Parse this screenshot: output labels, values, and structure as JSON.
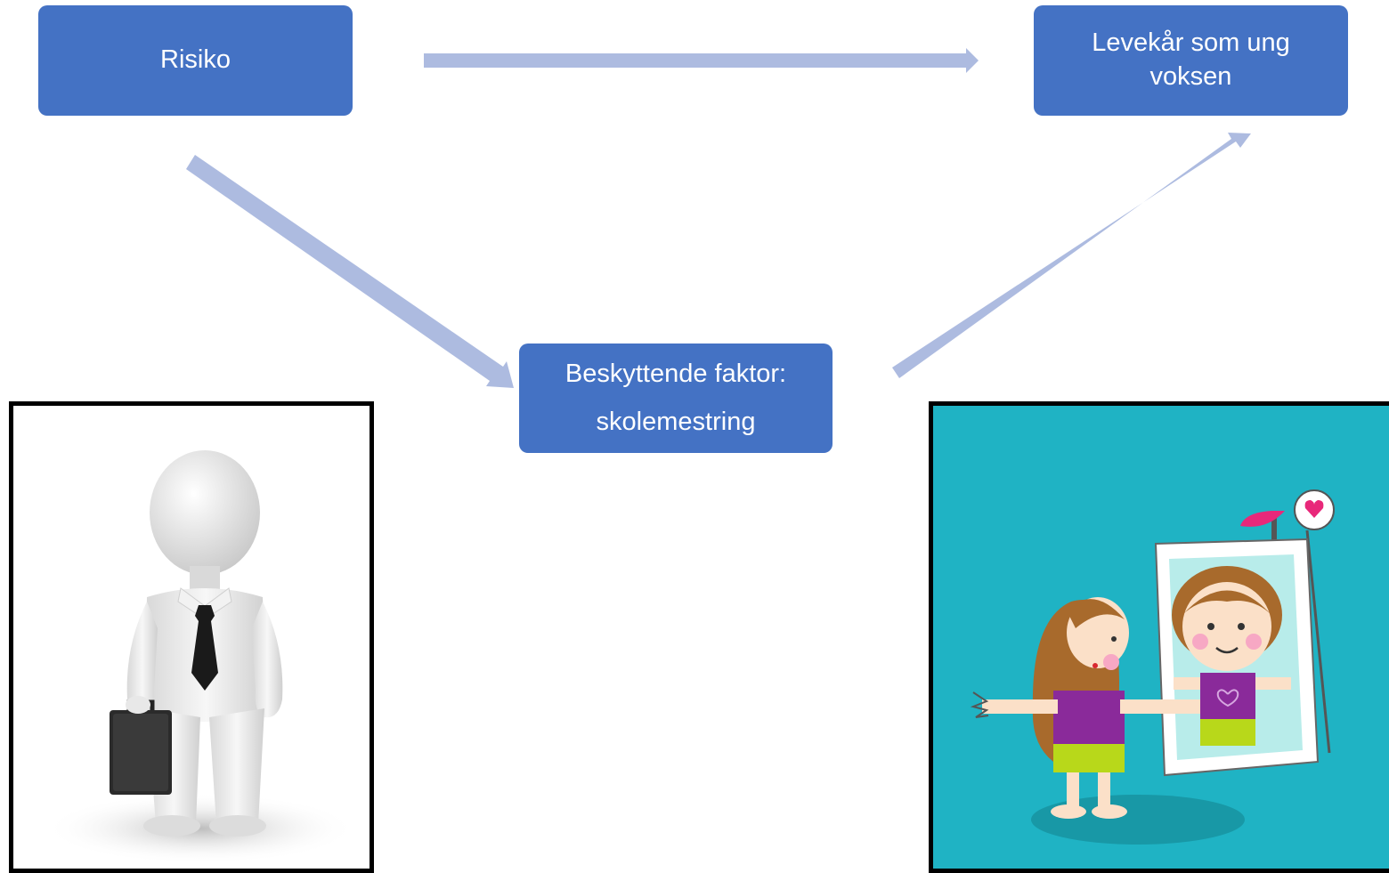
{
  "diagram": {
    "nodes": {
      "risk": {
        "label": "Risiko"
      },
      "outcome": {
        "label": "Levekår som ung voksen"
      },
      "protective": {
        "line1": "Beskyttende faktor:",
        "line2": "skolemestring"
      }
    },
    "edges": [
      {
        "from": "risk",
        "to": "outcome"
      },
      {
        "from": "risk",
        "to": "protective"
      },
      {
        "from": "protective",
        "to": "outcome"
      }
    ],
    "colors": {
      "node_fill": "#4472c4",
      "node_text": "#ffffff",
      "arrow": "#adbbe0",
      "girl_panel_bg": "#1fb3c4"
    }
  },
  "illustrations": {
    "left": {
      "icon": "businessman-figure-icon"
    },
    "right": {
      "icon": "girl-hugging-mirror-icon"
    }
  }
}
